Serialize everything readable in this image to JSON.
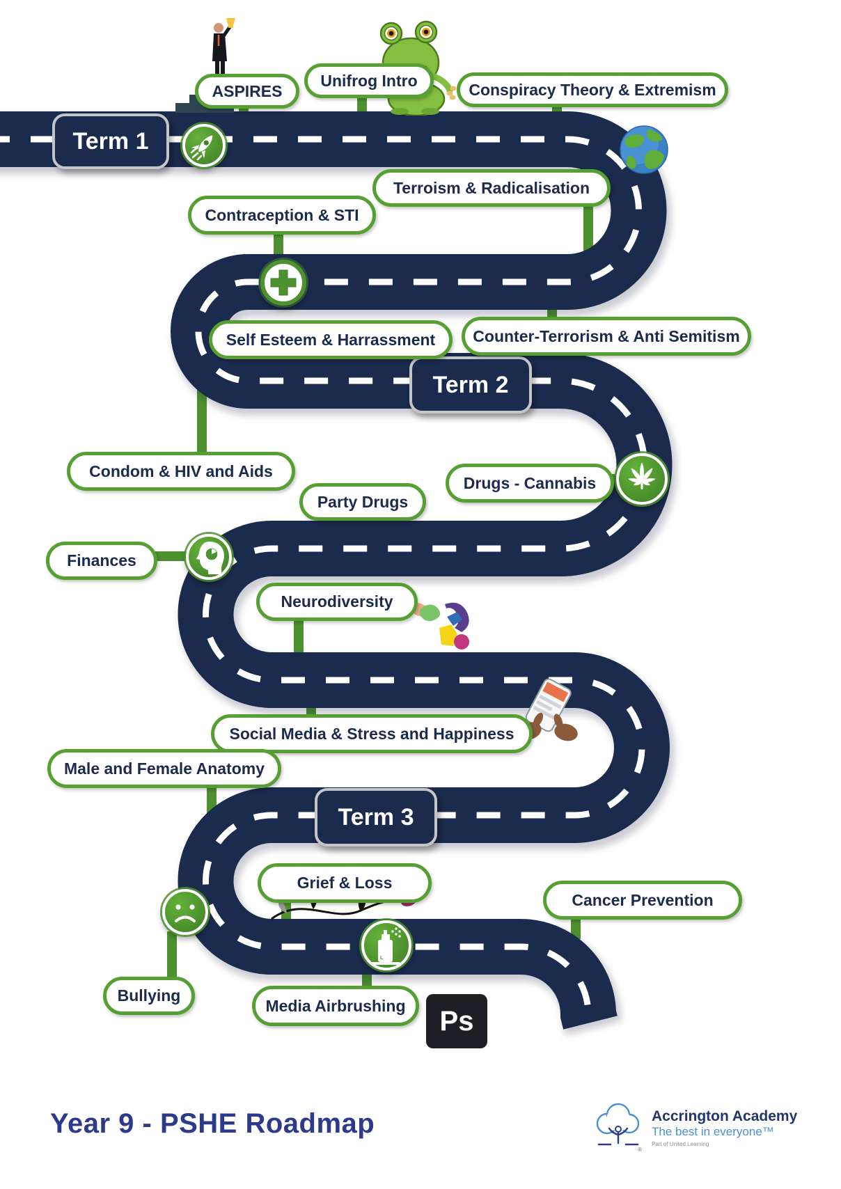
{
  "page": {
    "title": "Year 9 - PSHE Roadmap"
  },
  "terms": [
    {
      "label": "Term 1"
    },
    {
      "label": "Term 2"
    },
    {
      "label": "Term 3"
    }
  ],
  "topics": [
    {
      "label": "ASPIRES"
    },
    {
      "label": "Unifrog Intro"
    },
    {
      "label": "Conspiracy Theory & Extremism"
    },
    {
      "label": "Terroism & Radicalisation"
    },
    {
      "label": "Contraception & STI"
    },
    {
      "label": "Counter-Terrorism & Anti Semitism"
    },
    {
      "label": "Self Esteem & Harrassment"
    },
    {
      "label": "Condom & HIV and Aids"
    },
    {
      "label": "Drugs - Cannabis"
    },
    {
      "label": "Party Drugs"
    },
    {
      "label": "Finances"
    },
    {
      "label": "Neurodiversity"
    },
    {
      "label": "Social Media & Stress and Happiness"
    },
    {
      "label": "Male and Female Anatomy"
    },
    {
      "label": "Grief & Loss"
    },
    {
      "label": "Cancer Prevention"
    },
    {
      "label": "Bullying"
    },
    {
      "label": "Media Airbrushing"
    }
  ],
  "ps_badge": {
    "label": "Ps"
  },
  "logo": {
    "name": "Accrington Academy",
    "tagline": "The best in everyone™",
    "subline": "Part of United Learning",
    "registered": "®"
  },
  "icons": [
    "trophy-person-icon",
    "frog-icon",
    "rocket-icon",
    "globe-icon",
    "medical-cross-icon",
    "cannabis-leaf-icon",
    "head-clock-icon",
    "neurodiversity-illustration",
    "phone-hands-illustration",
    "sad-face-icon",
    "spray-can-icon",
    "wilted-flower-illustration",
    "photoshop-icon",
    "tree-logo-icon"
  ],
  "colors": {
    "road": "#1b2b4d",
    "green": "#56a033",
    "title": "#2d3a8c"
  }
}
